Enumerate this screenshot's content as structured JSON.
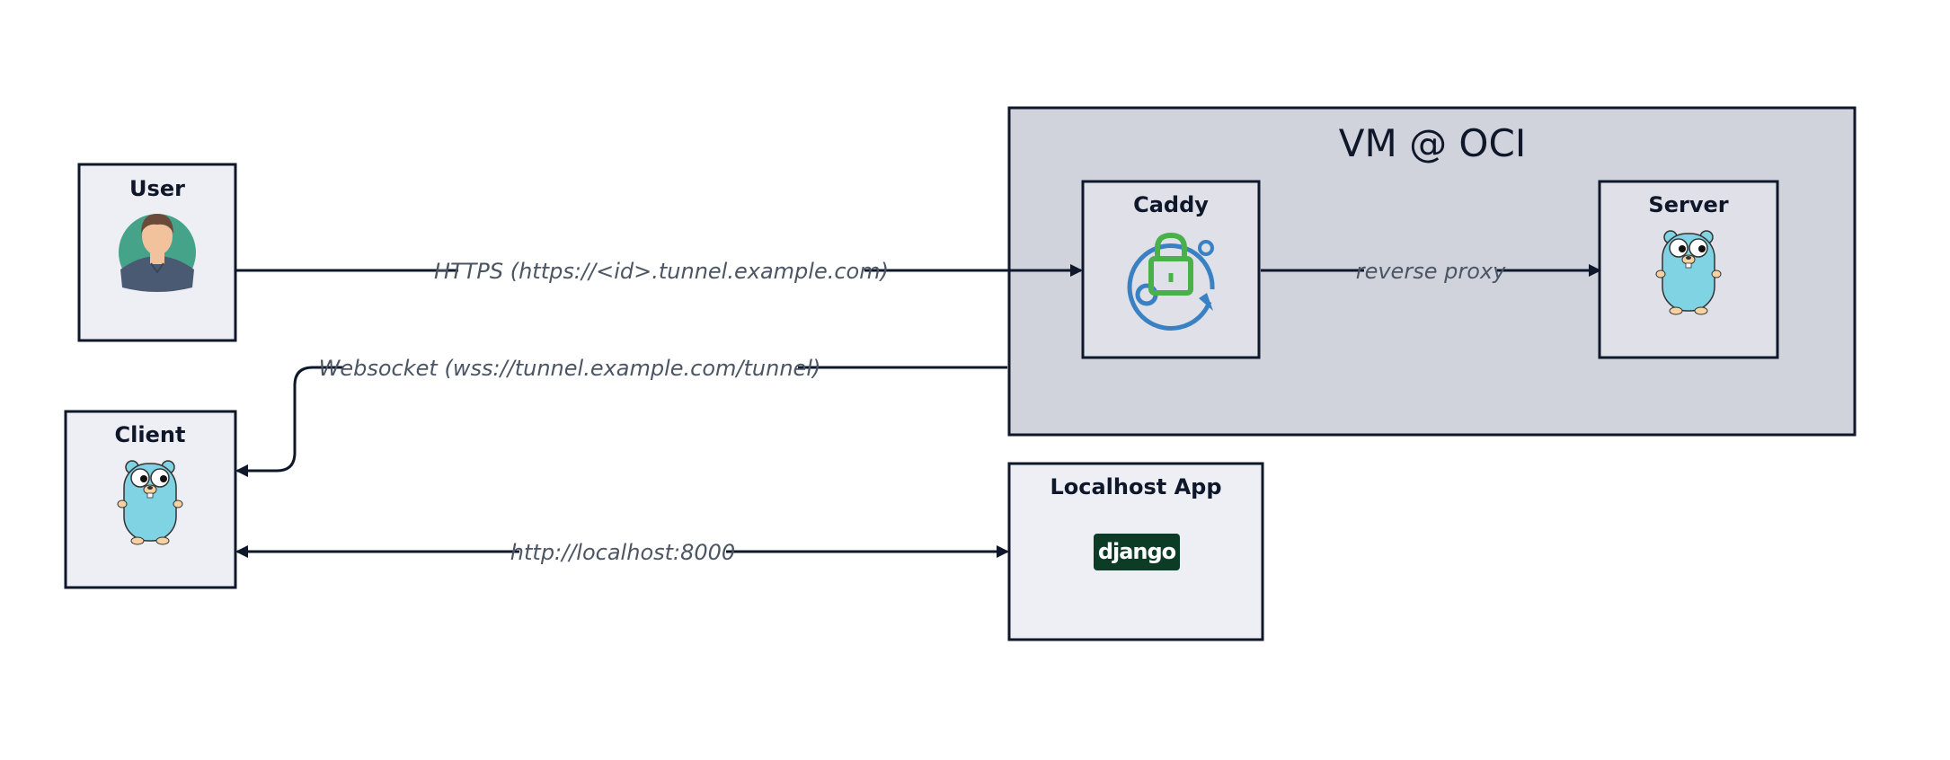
{
  "group": {
    "title": "VM @ OCI"
  },
  "nodes": {
    "user": {
      "title": "User",
      "icon": "user-avatar-icon"
    },
    "client": {
      "title": "Client",
      "icon": "gopher-icon"
    },
    "caddy": {
      "title": "Caddy",
      "icon": "caddy-lock-icon"
    },
    "server": {
      "title": "Server",
      "icon": "gopher-icon"
    },
    "localhost_app": {
      "title": "Localhost App",
      "icon": "django-logo",
      "logo_text": "django"
    }
  },
  "edges": {
    "https": {
      "label": "HTTPS (https://<id>.tunnel.example.com)"
    },
    "websocket": {
      "label": "Websocket (wss://tunnel.example.com/tunnel)"
    },
    "reverse_proxy": {
      "label": "reverse proxy"
    },
    "localhost": {
      "label": "http://localhost:8000"
    }
  },
  "colors": {
    "stroke": "#0f172a",
    "node_fill": "#eeeff5",
    "group_fill": "#d0d3dc",
    "label_text": "#4b5563",
    "gopher": "#7fd3e3",
    "caddy_blue": "#3a81c3",
    "caddy_green": "#4ab04a",
    "django_green": "#0c3c26"
  }
}
